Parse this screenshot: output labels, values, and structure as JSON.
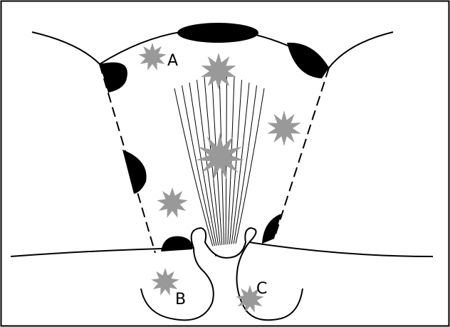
{
  "labels": {
    "a": "A",
    "b": "B",
    "c": "C"
  },
  "colors": {
    "ink": "#000000",
    "spot": "#999999",
    "background": "#ffffff"
  }
}
